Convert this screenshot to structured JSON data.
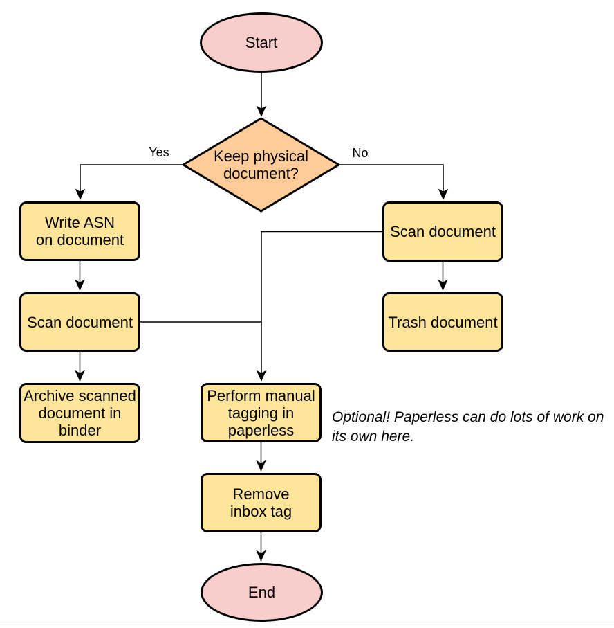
{
  "colors": {
    "bg": "#ffffff",
    "terminal-fill": "#f8cecc",
    "decision-fill": "#ffcc99",
    "process-fill": "#ffe599",
    "stroke": "#000000",
    "edge": "#000000",
    "text": "#000000",
    "footer-line": "#ece3e3"
  },
  "diagram": {
    "nodes": {
      "start": {
        "type": "terminal",
        "label": "Start"
      },
      "decision": {
        "type": "decision",
        "label": "Keep physical\ndocument?"
      },
      "write_asn": {
        "type": "process",
        "label": "Write ASN\non document"
      },
      "scan_left": {
        "type": "process",
        "label": "Scan document"
      },
      "archive": {
        "type": "process",
        "label": "Archive scanned\ndocument in\nbinder"
      },
      "scan_right": {
        "type": "process",
        "label": "Scan document"
      },
      "trash": {
        "type": "process",
        "label": "Trash document"
      },
      "tagging": {
        "type": "process",
        "label": "Perform manual\ntagging in\npaperless"
      },
      "remove_inbox": {
        "type": "process",
        "label": "Remove\ninbox tag"
      },
      "end": {
        "type": "terminal",
        "label": "End"
      }
    },
    "edge_labels": {
      "yes": "Yes",
      "no": "No"
    },
    "annotation": "Optional! Paperless can do lots of work on\nits own here."
  }
}
